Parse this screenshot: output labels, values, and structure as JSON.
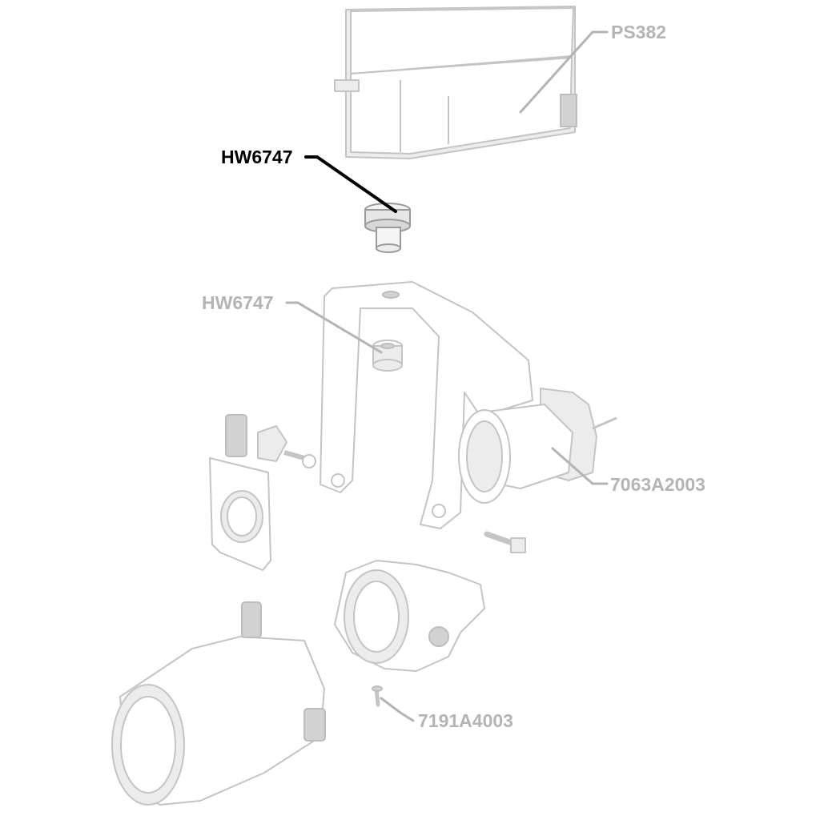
{
  "diagram": {
    "callouts": [
      {
        "id": "ps382",
        "label": "PS382",
        "highlighted": false
      },
      {
        "id": "hw6747-top",
        "label": "HW6747",
        "highlighted": true
      },
      {
        "id": "hw6747-yoke",
        "label": "HW6747",
        "highlighted": false
      },
      {
        "id": "7063a2003",
        "label": "7063A2003",
        "highlighted": false
      },
      {
        "id": "7191a4003",
        "label": "7191A4003",
        "highlighted": false
      }
    ],
    "colors": {
      "highlight": "#000000",
      "faded": "#b4b4b4",
      "part_outline": "#c4c4c4",
      "background": "#ffffff"
    }
  }
}
